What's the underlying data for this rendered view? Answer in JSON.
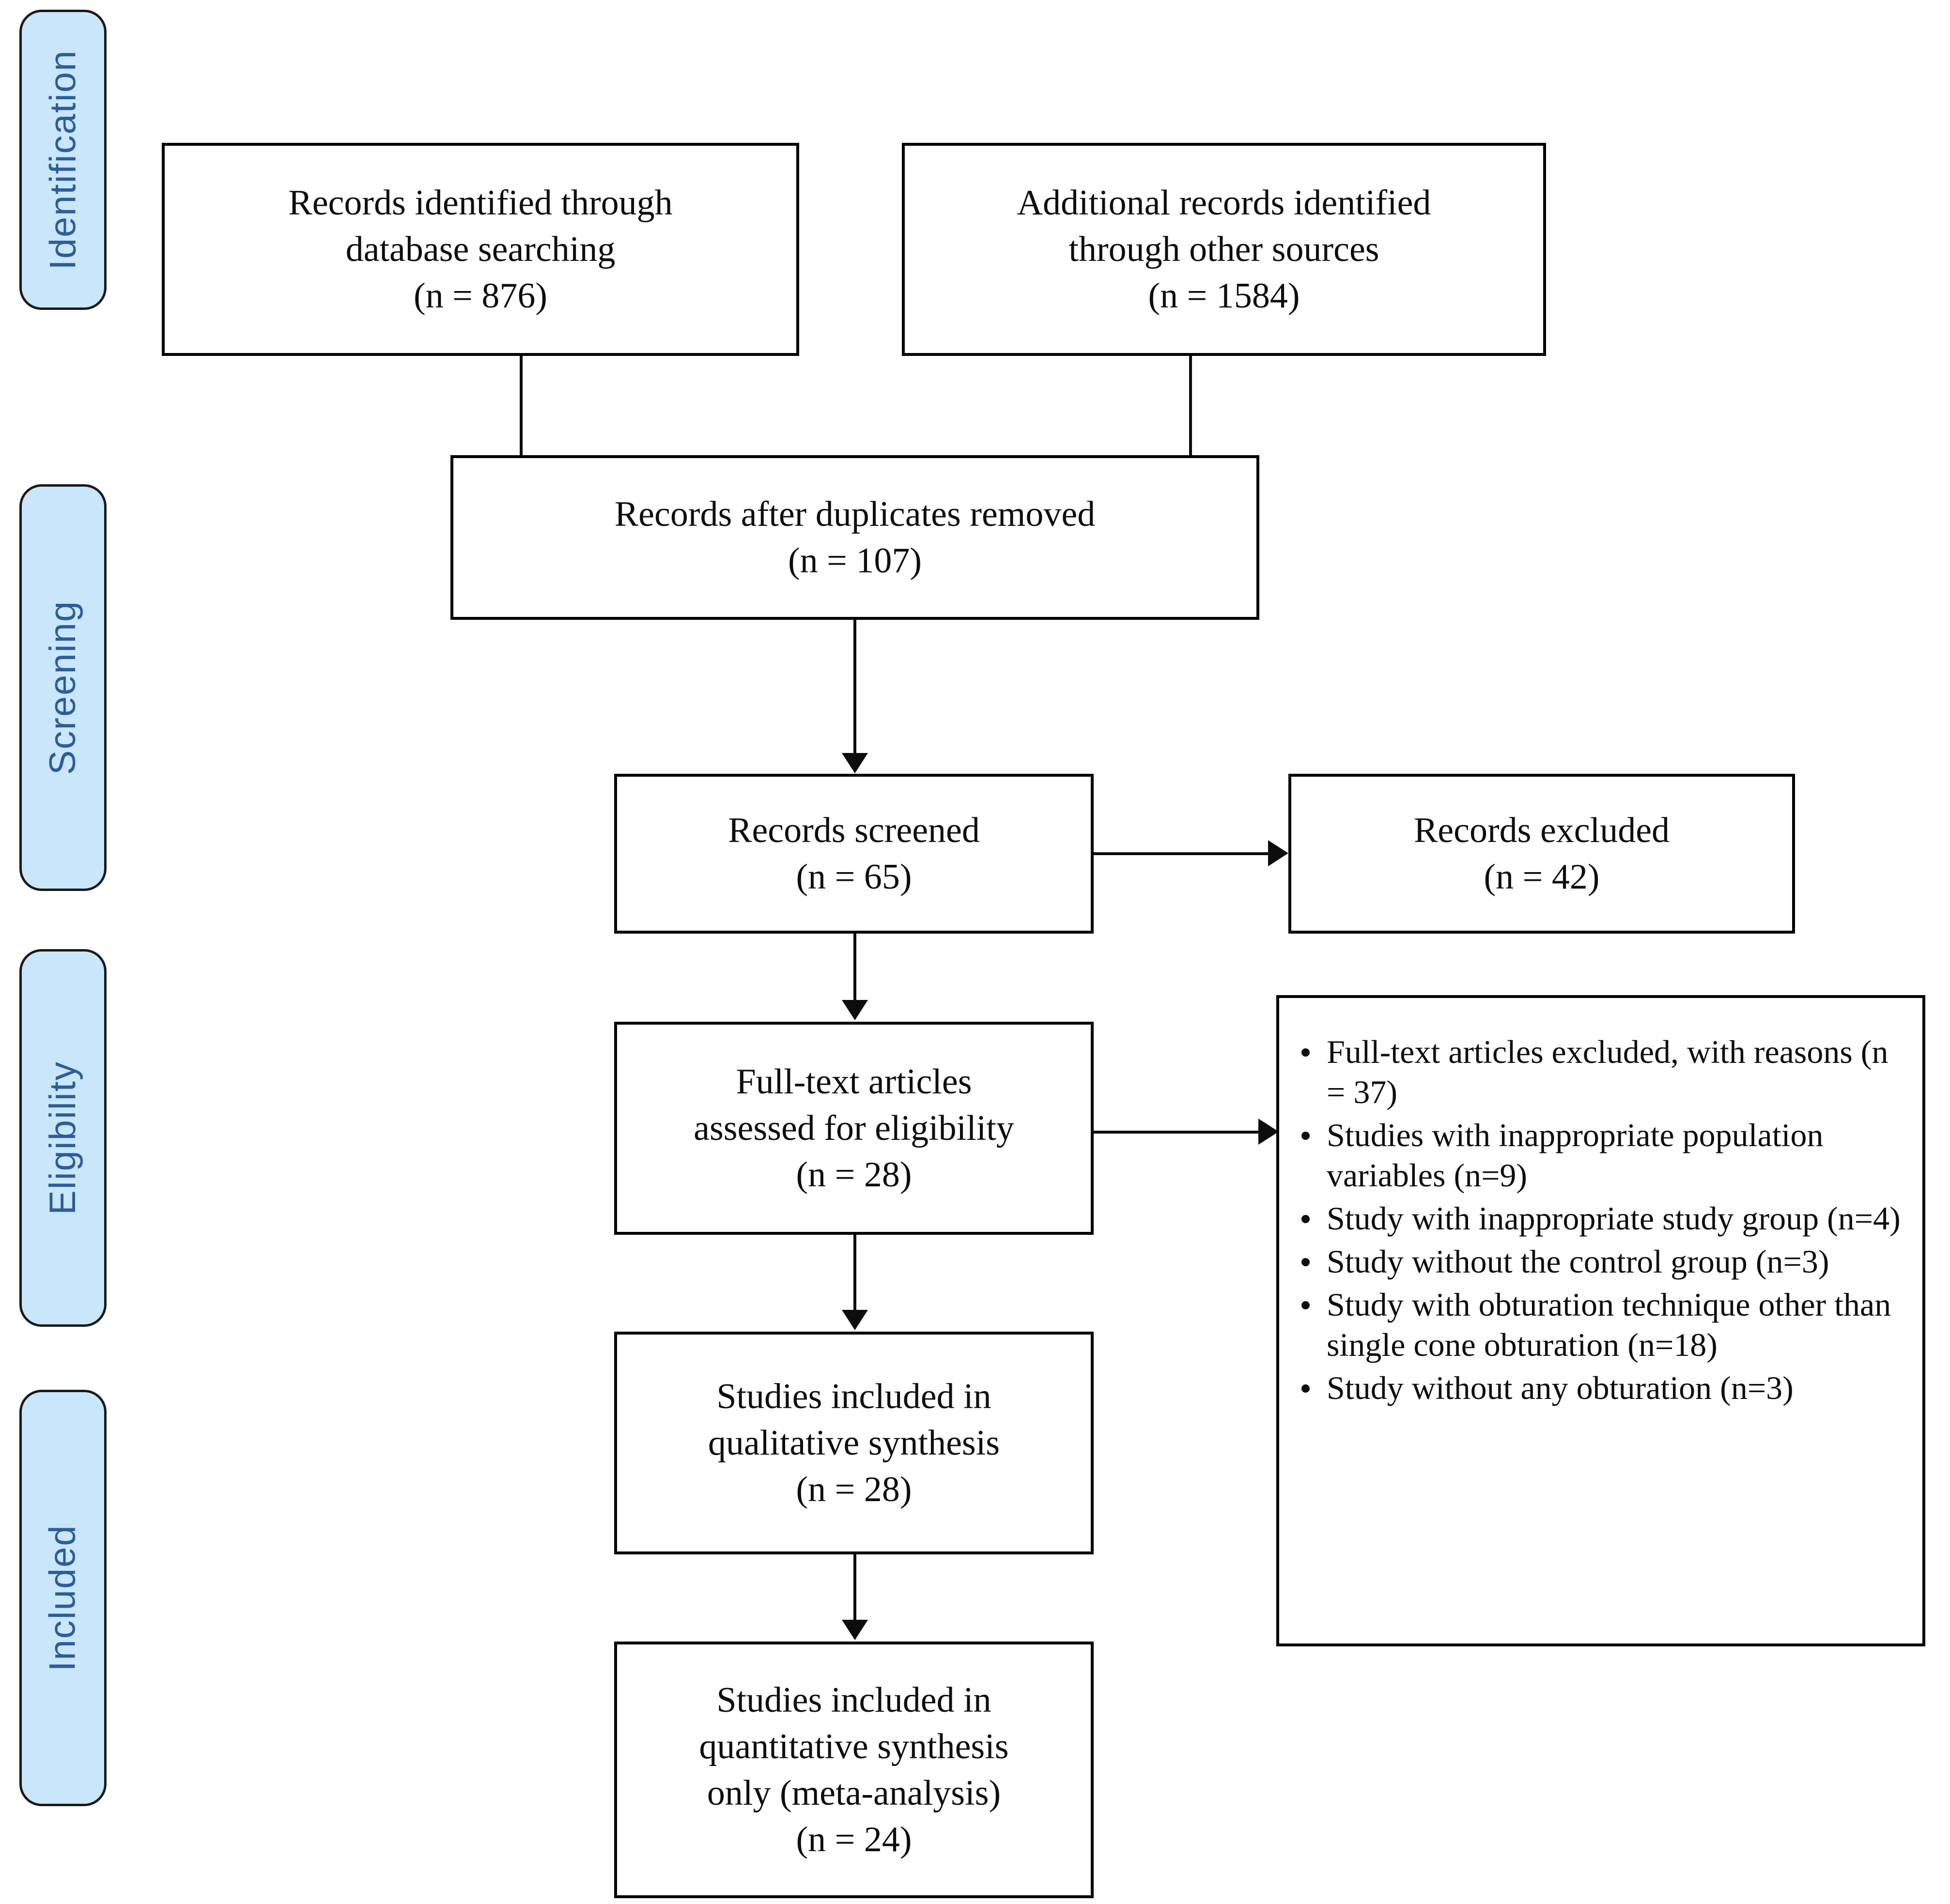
{
  "diagram": {
    "title": "PRISMA flow diagram",
    "accent_blue": "#c9e6fb",
    "label_blue": "#2c5d9b",
    "line_color": "#0d0d0d"
  },
  "phases": [
    {
      "id": "identification",
      "label": "Identification"
    },
    {
      "id": "screening",
      "label": "Screening"
    },
    {
      "id": "eligibility",
      "label": "Eligibility"
    },
    {
      "id": "included",
      "label": "Included"
    }
  ],
  "boxes": {
    "database_search": {
      "text": "Records identified through\ndatabase searching\n(n = 876)",
      "count": 876
    },
    "other_sources": {
      "text": "Additional records identified\nthrough other sources\n(n = 1584)",
      "count": 1584
    },
    "duplicates_removed": {
      "text": "Records after duplicates removed\n(n = 107)",
      "count": 107
    },
    "records_screened": {
      "text": "Records screened\n(n = 65)",
      "count": 65
    },
    "records_excluded": {
      "text": "Records excluded\n(n = 42)",
      "count": 42
    },
    "fulltext_assessed": {
      "text": "Full-text articles\nassessed for eligibility\n(n = 28)",
      "count": 28
    },
    "qualitative_synthesis": {
      "text": "Studies included in\nqualitative synthesis\n(n = 28)",
      "count": 28
    },
    "quantitative_synthesis": {
      "text": "Studies included in\nquantitative synthesis\nonly (meta-analysis)\n(n = 24)",
      "count": 24
    }
  },
  "exclusion_reasons": {
    "items": [
      {
        "text": "Full-text articles excluded, with reasons (n = 37)",
        "count": 37
      },
      {
        "text": "Studies with inappropriate population variables (n=9)",
        "count": 9
      },
      {
        "text": "Study with inappropriate study group (n=4)",
        "count": 4
      },
      {
        "text": "Study without the control group (n=3)",
        "count": 3
      },
      {
        "text": "Study with obturation technique other than single cone obturation (n=18)",
        "count": 18
      },
      {
        "text": "Study without any obturation (n=3)",
        "count": 3
      }
    ]
  }
}
